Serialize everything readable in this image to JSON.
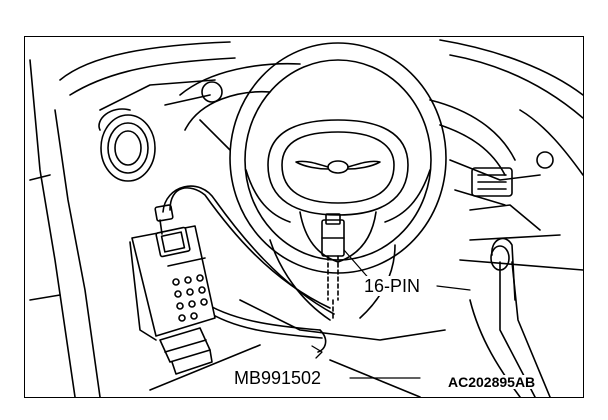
{
  "figure": {
    "connector_label": "16-PIN",
    "tool_label": "MB991502",
    "reference_code": "AC202895AB"
  },
  "colors": {
    "line": "#000000",
    "background": "#ffffff"
  }
}
